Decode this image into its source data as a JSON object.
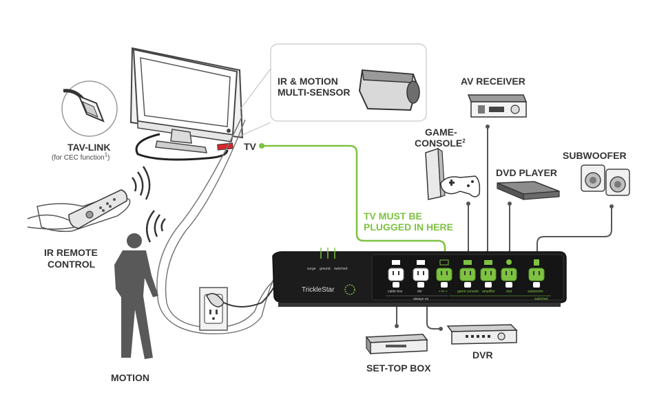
{
  "labels": {
    "tav_link": "TAV-LINK",
    "tav_link_note": "(for CEC function",
    "tav_link_note_sup": "1",
    "tav_link_note_end": ")",
    "ir_motion_line1": "IR & MOTION",
    "ir_motion_line2": "MULTI-SENSOR",
    "av_receiver": "AV RECEIVER",
    "game_console_line1": "GAME-",
    "game_console_line2": "CONSOLE",
    "game_console_sup": "2",
    "subwoofer": "SUBWOOFER",
    "dvd_player": "DVD PLAYER",
    "tv": "TV",
    "tv_must_line1": "TV MUST BE",
    "tv_must_line2": "PLUGGED IN HERE",
    "ir_remote_line1": "IR REMOTE",
    "ir_remote_line2": "CONTROL",
    "motion": "MOTION",
    "set_top_box": "SET-TOP BOX",
    "dvr": "DVR"
  },
  "strip": {
    "brand": "TrickleStar",
    "indicators": [
      "surge",
      "ground",
      "switched"
    ],
    "outlets": [
      "cable box",
      "dvr",
      "+ tv +",
      "game console",
      "amplifier",
      "dvd",
      "subwoofer"
    ],
    "group_always_on": "always on",
    "group_switched": "switched"
  },
  "colors": {
    "accent_green": "#7dc241",
    "strip_body": "#1c1c1c",
    "label_text": "#333333",
    "cable_gray": "#555555"
  }
}
